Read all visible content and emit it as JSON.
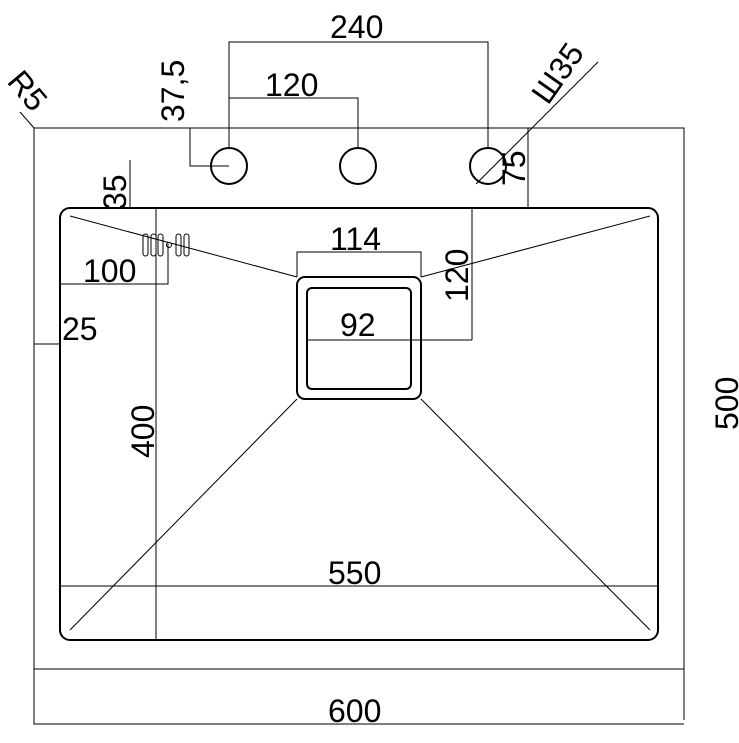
{
  "drawing": {
    "line_color": "#000000",
    "background": "#ffffff",
    "dimensions": {
      "hole_spacing_outer": "240",
      "hole_offset": "37,5",
      "hole_spacing_inner": "120",
      "corner_radius": "R5",
      "hole_diameter": "Ш35",
      "hole_to_bowl": "75",
      "overflow_offset": "35",
      "overflow_width": "100",
      "rim_width": "25",
      "drain_outer_width": "114",
      "drain_offset": "120",
      "drain_inner_width": "92",
      "bowl_depth": "400",
      "bowl_width": "550",
      "sink_depth": "500",
      "sink_width": "600"
    }
  }
}
